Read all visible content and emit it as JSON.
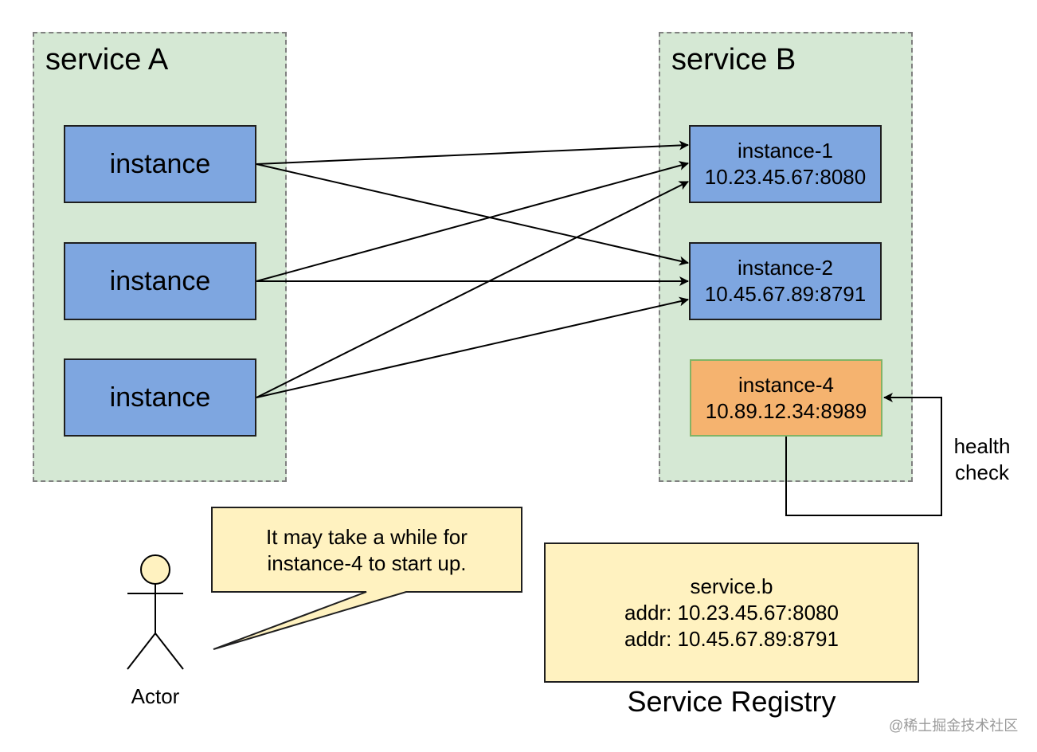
{
  "service_a": {
    "title": "service A",
    "instances": [
      {
        "label": "instance"
      },
      {
        "label": "instance"
      },
      {
        "label": "instance"
      }
    ]
  },
  "service_b": {
    "title": "service B",
    "instances": [
      {
        "name": "instance-1",
        "addr": "10.23.45.67:8080"
      },
      {
        "name": "instance-2",
        "addr": "10.45.67.89:8791"
      },
      {
        "name": "instance-4",
        "addr": "10.89.12.34:8989"
      }
    ],
    "health_check": [
      "health",
      "check"
    ]
  },
  "actor": {
    "label": "Actor",
    "speech": [
      "It may take a while for",
      "instance-4 to start up."
    ]
  },
  "registry": {
    "lines": [
      "service.b",
      "addr: 10.23.45.67:8080",
      "addr: 10.45.67.89:8791"
    ],
    "caption": "Service Registry"
  },
  "watermark": "@稀土掘金技术社区",
  "colors": {
    "group_fill": "#d5e8d4",
    "instance_fill": "#7ea6e0",
    "starting_instance_fill": "#f5b36f",
    "note_fill": "#fff2c0",
    "actor_head_fill": "#fff2c0"
  }
}
